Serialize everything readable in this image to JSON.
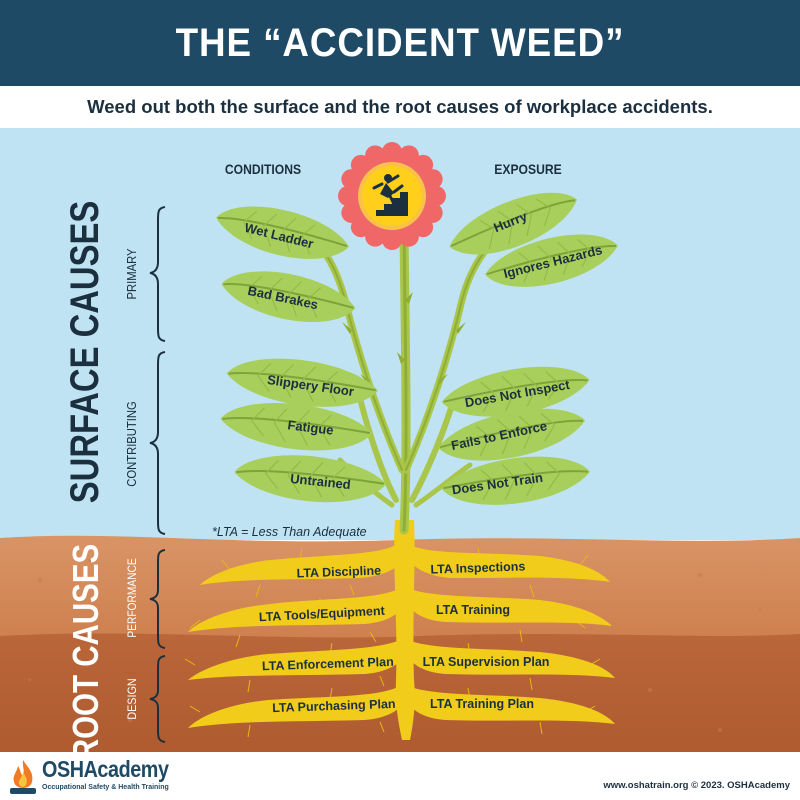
{
  "title": "THE “ACCIDENT WEED”",
  "subtitle": "Weed out both the surface and the root causes of workplace accidents.",
  "column_headers": {
    "left": "CONDITIONS",
    "right": "EXPOSURE"
  },
  "sections": {
    "surface": "SURFACE CAUSES",
    "root": "ROOT CAUSES"
  },
  "brackets": {
    "primary": "PRIMARY",
    "contributing": "CONTRIBUTING",
    "performance": "PERFORMANCE",
    "design": "DESIGN"
  },
  "leaves": {
    "wet_ladder": "Wet Ladder",
    "bad_brakes": "Bad Brakes",
    "hurry": "Hurry",
    "ignores_hazards": "Ignores Hazards",
    "slippery_floor": "Slippery Floor",
    "fatigue": "Fatigue",
    "untrained": "Untrained",
    "does_not_inspect": "Does Not Inspect",
    "fails_to_enforce": "Fails to Enforce",
    "does_not_train": "Does Not Train"
  },
  "roots": {
    "discipline": "LTA Discipline",
    "inspections": "LTA Inspections",
    "tools": "LTA Tools/Equipment",
    "training": "LTA Training",
    "enforcement_plan": "LTA Enforcement Plan",
    "supervision_plan": "LTA Supervision Plan",
    "purchasing_plan": "LTA Purchasing Plan",
    "training_plan": "LTA Training Plan"
  },
  "footnote": "*LTA = Less Than Adequate",
  "footer": {
    "credit": "www.oshatrain.org © 2023. OSHAcademy",
    "logo_name": "OSHAcademy",
    "logo_tagline": "Occupational Safety & Health Training"
  },
  "icons": {
    "flower": "person-falling-down-stairs-icon",
    "logo": "flame-icon"
  },
  "colors": {
    "header": "#1f4a66",
    "sky": "#bfe3f2",
    "soil_top": "#d68e5c",
    "soil_bottom": "#ad5a30",
    "leaf": "#a5cc5a",
    "root": "#f2cc1a",
    "flower_petals": "#ef6767",
    "flower_center": "#ffcf1c"
  }
}
